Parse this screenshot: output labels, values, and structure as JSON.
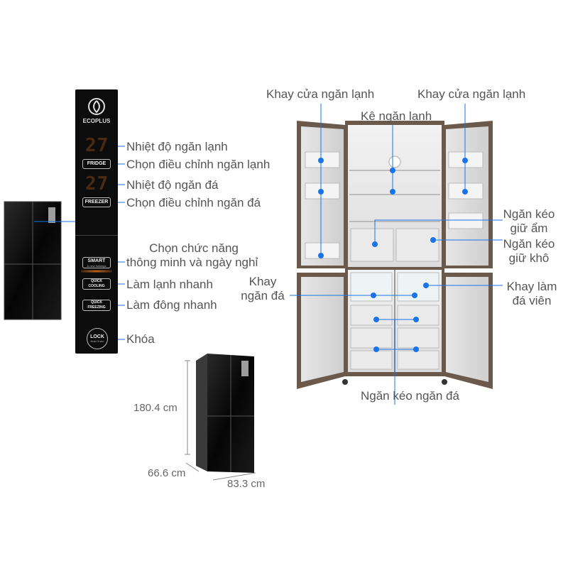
{
  "panel": {
    "brand": "ECOPLUS",
    "fridge_btn": "FRIDGE",
    "freezer_btn": "FREEZER",
    "smart_btn": "SMART",
    "smart_sub": "& new holidays",
    "quick_cool_btn": "QUICK COOLING",
    "quick_freeze_btn": "QUICK FREEZING",
    "lock_btn": "LOCK",
    "lock_sub": "Hold 3 sec",
    "fridge_temp": "27",
    "freezer_temp": "27"
  },
  "panel_labels": {
    "fridge_temp": "Nhiệt độ ngăn lạnh",
    "fridge_adjust": "Chọn điều chỉnh ngăn lạnh",
    "freezer_temp": "Nhiệt độ ngăn đá",
    "freezer_adjust": "Chọn điều chỉnh ngăn đá",
    "smart_line1": "Chọn chức năng",
    "smart_line2": "thông minh và ngày nghỉ",
    "quick_cool": "Làm lạnh nhanh",
    "quick_freeze": "Làm đông nhanh",
    "lock": "Khóa"
  },
  "fridge_labels": {
    "door_tray_left": "Khay cửa ngăn lạnh",
    "door_tray_right": "Khay cửa ngăn lạnh",
    "shelf": "Kệ ngăn lạnh",
    "humid_drawer_1": "Ngăn kéo",
    "humid_drawer_2": "giữ ẩm",
    "dry_drawer_1": "Ngăn kéo",
    "dry_drawer_2": "giữ khô",
    "freezer_tray_1": "Khay",
    "freezer_tray_2": "ngăn đá",
    "ice_tray_1": "Khay làm",
    "ice_tray_2": "đá viên",
    "freezer_drawer": "Ngăn kéo ngăn đá"
  },
  "dimensions": {
    "height": "180.4 cm",
    "depth": "66.6 cm",
    "width": "83.3 cm"
  },
  "colors": {
    "accent_blue": "#1a73e8",
    "fridge_body": "#5a4a3e",
    "glass_black": "#0a0a0a"
  }
}
